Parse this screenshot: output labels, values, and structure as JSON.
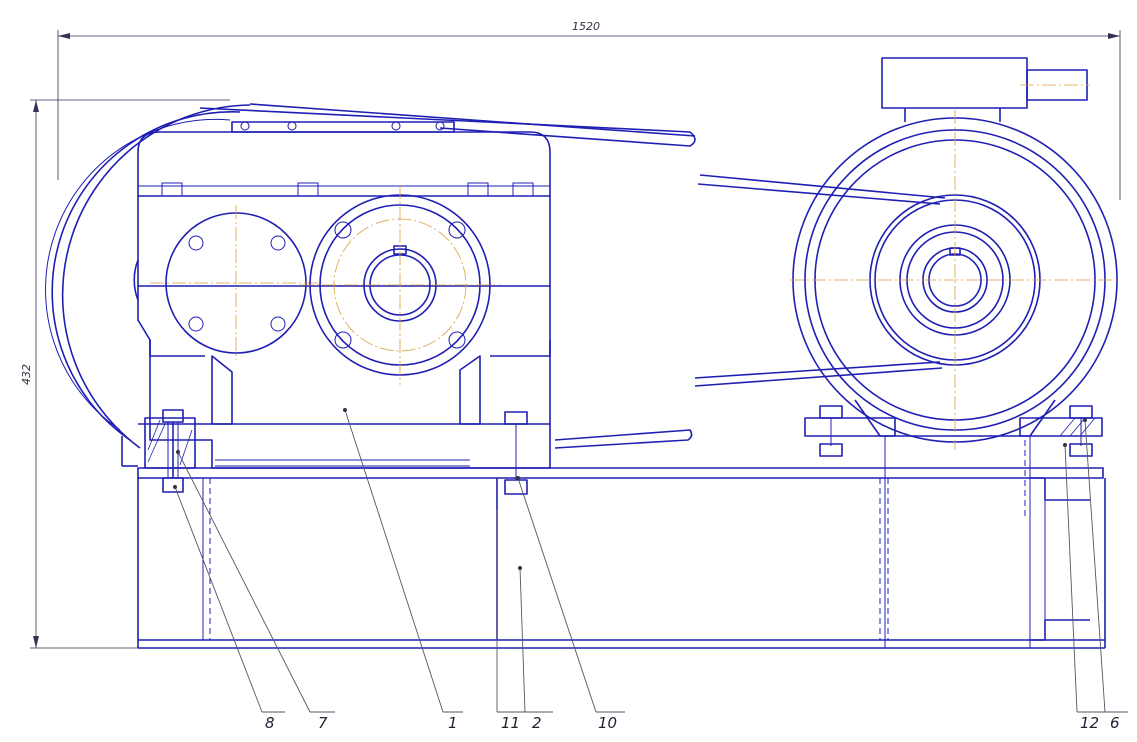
{
  "drawing": {
    "dimensions": {
      "overall_length": "1520",
      "overall_height": "432"
    },
    "part_numbers": [
      "8",
      "7",
      "1",
      "11",
      "2",
      "10",
      "12",
      "6"
    ],
    "colors": {
      "outline": "#1f1fb4",
      "centerline": "#d9a03a",
      "dimension": "#333355",
      "background": "#ffffff"
    }
  }
}
